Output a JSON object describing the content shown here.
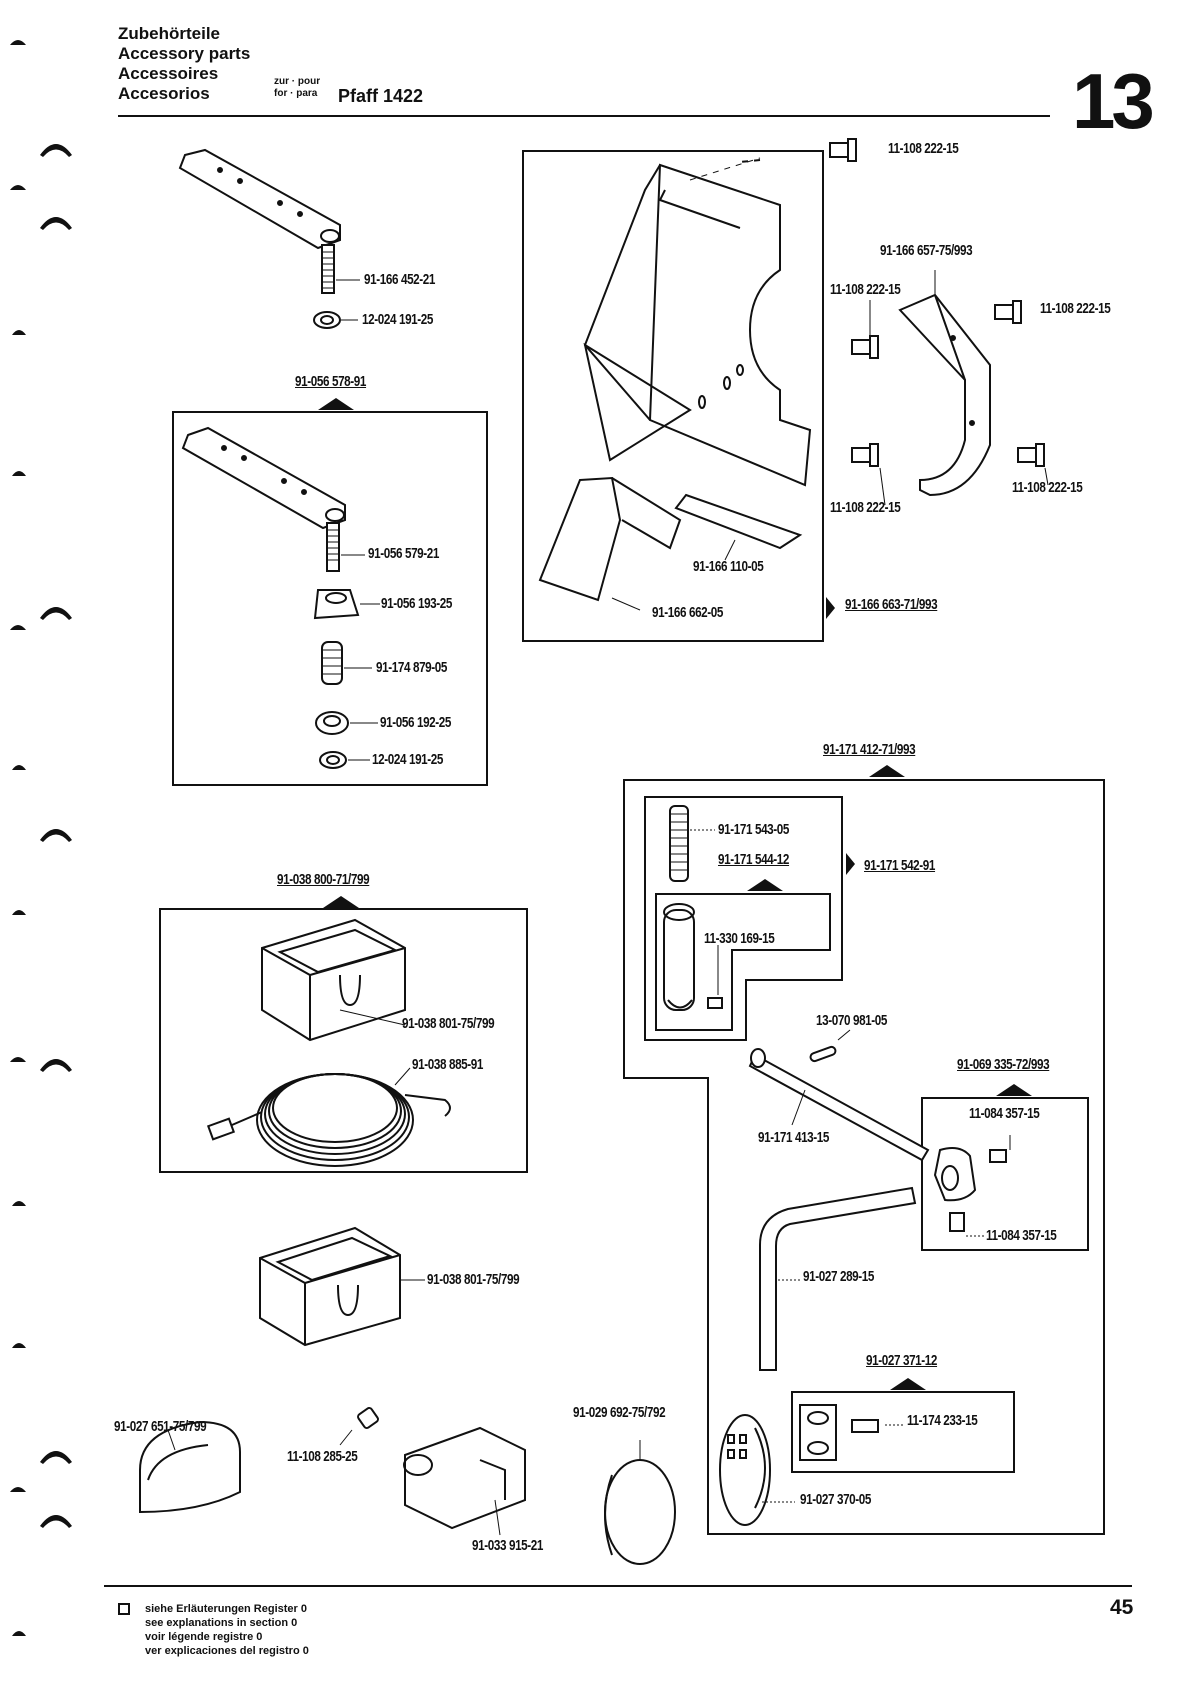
{
  "header": {
    "title_lines": [
      "Zubehörteile",
      "Accessory parts",
      "Accessoires",
      "Accesorios"
    ],
    "for_lines": [
      "zur · pour",
      "for · para"
    ],
    "machine": "Pfaff 1422",
    "section_number": "13"
  },
  "parts": {
    "p1": "91-166 452-21",
    "p2": "12-024 191-25",
    "p3": "91-056 578-91",
    "p4": "91-056 579-21",
    "p5": "91-056 193-25",
    "p6": "91-174 879-05",
    "p7": "91-056 192-25",
    "p8": "12-024 191-25",
    "p9": "91-038 800-71/799",
    "p10": "91-038 801-75/799",
    "p11": "91-038 885-91",
    "p12": "91-038 801-75/799",
    "p13": "91-027 651-75/799",
    "p14": "11-108 285-25",
    "p15": "91-033 915-21",
    "p16": "91-029 692-75/792",
    "p17": "11-108 222-15",
    "p18": "91-166 657-75/993",
    "p19": "11-108 222-15",
    "p20": "11-108 222-15",
    "p21": "11-108 222-15",
    "p22": "11-108 222-15",
    "p23": "91-166 110-05",
    "p24": "91-166 662-05",
    "p25": "91-166 663-71/993",
    "p26": "91-171 412-71/993",
    "p27": "91-171 543-05",
    "p28": "91-171 544-12",
    "p29": "91-171 542-91",
    "p30": "11-330 169-15",
    "p31": "13-070 981-05",
    "p32": "91-069 335-72/993",
    "p33": "91-171 413-15",
    "p34": "11-084 357-15",
    "p35": "11-084 357-15",
    "p36": "91-027 289-15",
    "p37": "91-027 371-12",
    "p38": "11-174 233-15",
    "p39": "91-027 370-05"
  },
  "footer": {
    "notes": [
      "siehe Erläuterungen Register 0",
      "see explanations in section 0",
      "voir légende registre 0",
      "ver explicaciones del registro 0"
    ],
    "page_number": "45"
  }
}
